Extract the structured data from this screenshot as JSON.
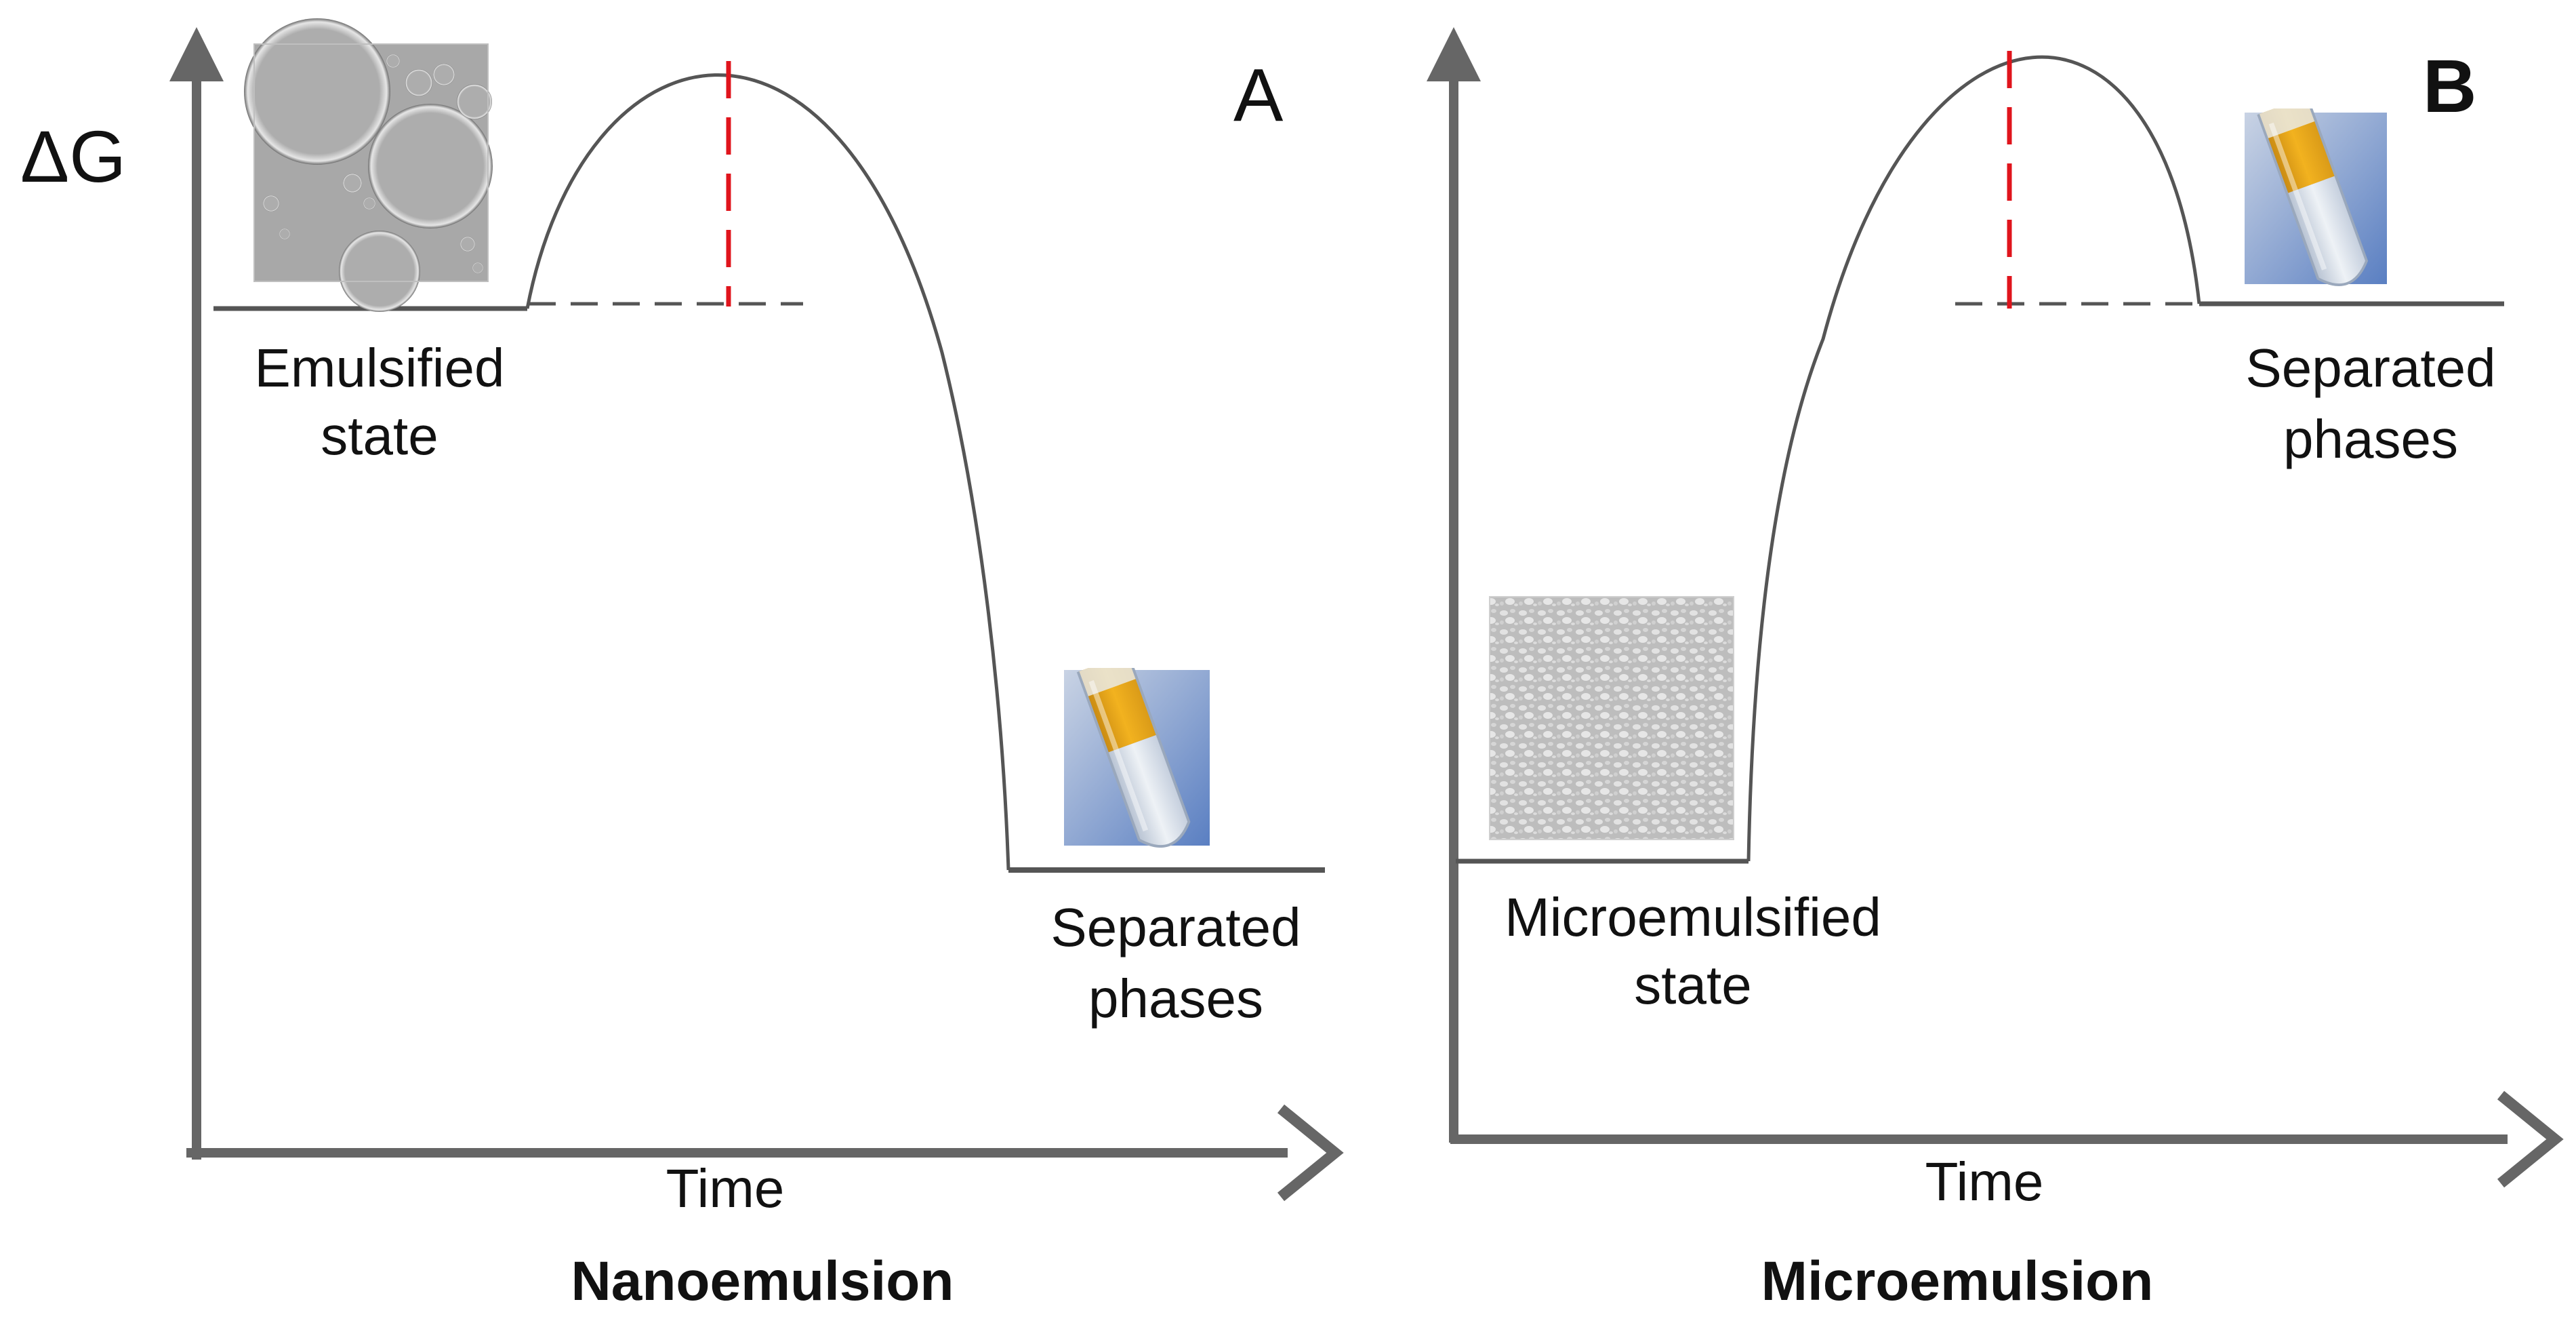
{
  "colors": {
    "axis": "#666666",
    "curve": "#555555",
    "level": "#555555",
    "dashed_level": "#555555",
    "transition_marker": "#e0141c",
    "text": "#111111"
  },
  "panel_a": {
    "letter": "A",
    "y_axis_label": "ΔG",
    "x_axis_label": "Time",
    "title": "Nanoemulsion",
    "initial_state_label_line1": "Emulsified",
    "initial_state_label_line2": "state",
    "final_state_label_line1": "Separated",
    "final_state_label_line2": "phases",
    "initial_state_image": "emulsion-droplets-micrograph",
    "final_state_image": "separated-phases-test-tube"
  },
  "panel_b": {
    "letter": "B",
    "x_axis_label": "Time",
    "title": "Microemulsion",
    "initial_state_label_line1": "Microemulsified",
    "initial_state_label_line2": "state",
    "final_state_label_line1": "Separated",
    "final_state_label_line2": "phases",
    "initial_state_image": "microemulsion-micrograph",
    "final_state_image": "separated-phases-test-tube"
  }
}
